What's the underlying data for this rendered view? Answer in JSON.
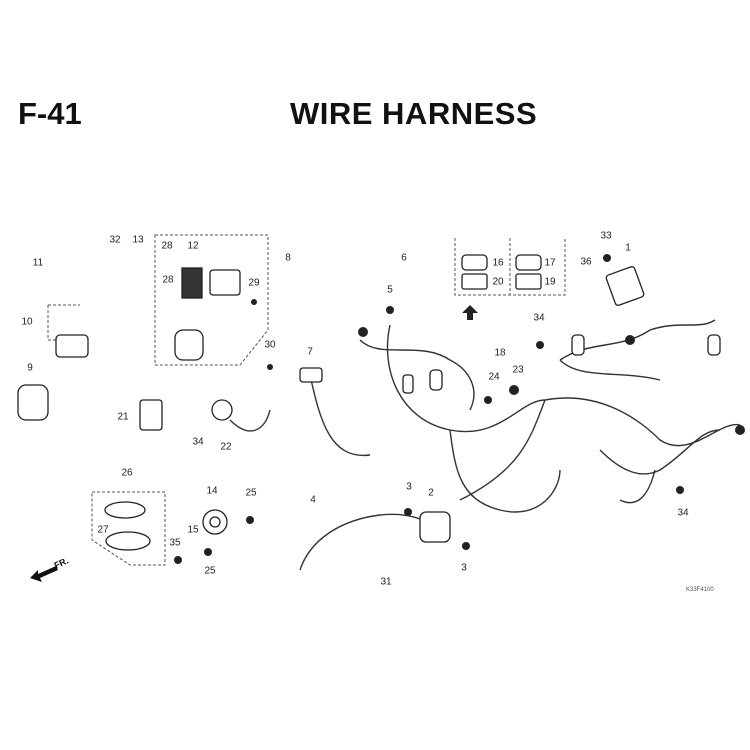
{
  "header": {
    "code": "F-41",
    "title": "WIRE HARNESS"
  },
  "callouts": [
    "11",
    "32",
    "13",
    "28",
    "12",
    "8",
    "29",
    "28",
    "10",
    "30",
    "9",
    "7",
    "6",
    "5",
    "16",
    "17",
    "20",
    "19",
    "33",
    "1",
    "36",
    "34",
    "18",
    "24",
    "23",
    "21",
    "34",
    "22",
    "26",
    "14",
    "25",
    "27",
    "15",
    "35",
    "25",
    "4",
    "3",
    "2",
    "3",
    "31",
    "34"
  ],
  "front_marker": "FR.",
  "diagram_code": "K33F4100"
}
